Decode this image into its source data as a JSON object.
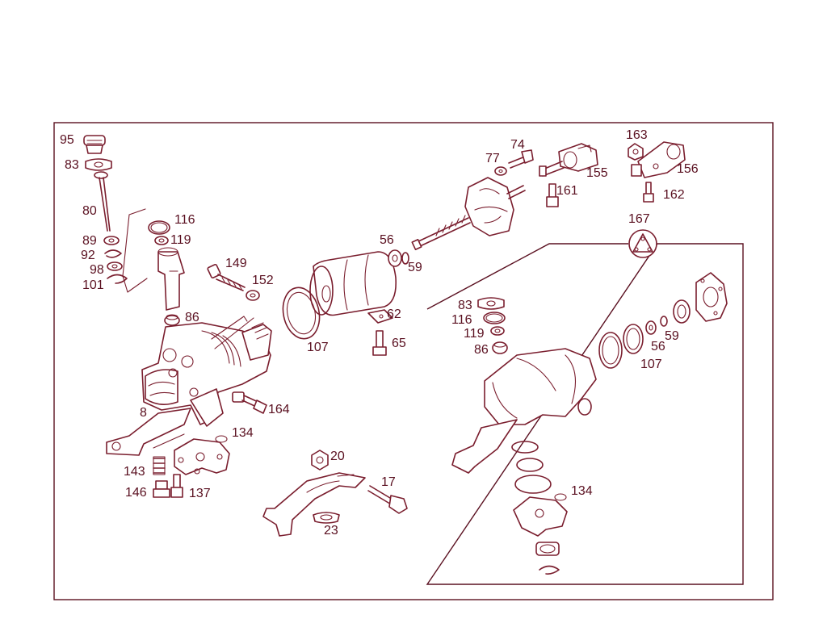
{
  "colors": {
    "line": "#7a1e2e",
    "frame": "#5a1020",
    "background": "#ffffff"
  },
  "labels": {
    "p95": "95",
    "p83a": "83",
    "p80": "80",
    "p89": "89",
    "p92": "92",
    "p98": "98",
    "p101": "101",
    "p116a": "116",
    "p119a": "119",
    "p86a": "86",
    "p149": "149",
    "p152": "152",
    "p107a": "107",
    "p56a": "56",
    "p59a": "59",
    "p62": "62",
    "p65": "65",
    "p77": "77",
    "p74": "74",
    "p161": "161",
    "p155": "155",
    "p163": "163",
    "p156": "156",
    "p162": "162",
    "p167": "167",
    "p164": "164",
    "p8": "8",
    "p134a": "134",
    "p143": "143",
    "p146": "146",
    "p137": "137",
    "p20": "20",
    "p17": "17",
    "p23": "23",
    "p83b": "83",
    "p116b": "116",
    "p119b": "119",
    "p86b": "86",
    "p107b": "107",
    "p56b": "56",
    "p59b": "59",
    "p134b": "134"
  }
}
